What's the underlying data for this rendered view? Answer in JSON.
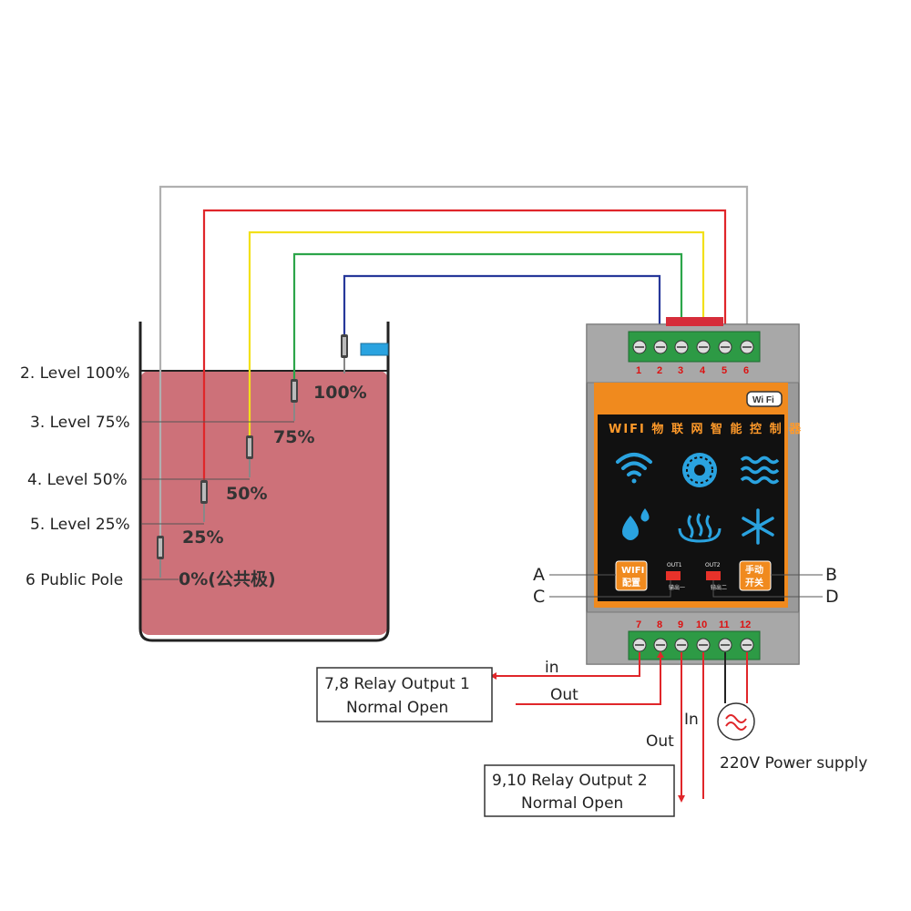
{
  "levels": {
    "level100": "2. Level 100%",
    "level75": "3. Level 75%",
    "level50": "4. Level 50%",
    "level25": "5. Level 25%",
    "public": "6 Public Pole"
  },
  "probes": {
    "p100": "100%",
    "p75": "75%",
    "p50": "50%",
    "p25": "25%",
    "p0": "0%(公共极)"
  },
  "controller": {
    "wifi_badge": "Wi Fi",
    "title": "WIFI 物 联 网 智 能 控 制 器",
    "wifi_btn_line1": "WIFI",
    "wifi_btn_line2": "配置",
    "manual_btn_line1": "手动",
    "manual_btn_line2": "开关",
    "out1": "OUT1",
    "out2": "OUT2",
    "out1_sub": "输出一",
    "out2_sub": "输出二",
    "top_terminals": [
      "1",
      "2",
      "3",
      "4",
      "5",
      "6"
    ],
    "bottom_terminals": [
      "7",
      "8",
      "9",
      "10",
      "11",
      "12"
    ],
    "icons": [
      "wifi-icon",
      "gear-icon",
      "waves-icon",
      "droplet-icon",
      "heat-icon",
      "snowflake-icon"
    ]
  },
  "callouts": {
    "a": "A",
    "b": "B",
    "c": "C",
    "d": "D"
  },
  "relay1": {
    "line1": "7,8 Relay Output 1",
    "line2": "Normal Open",
    "in": "in",
    "out": "Out"
  },
  "relay2": {
    "line1": "9,10 Relay Output 2",
    "line2": "Normal Open",
    "in": "In",
    "out": "Out"
  },
  "power": {
    "label": "220V Power supply"
  },
  "colors": {
    "water": "#cd7179",
    "grey_wire": "#b0b0b0",
    "red_wire": "#e0262a",
    "yellow_wire": "#f2e01a",
    "green_wire": "#2ca54a",
    "blue_wire": "#27389a",
    "panel_orange": "#f08a1e",
    "icon_blue": "#2aa3e0"
  }
}
